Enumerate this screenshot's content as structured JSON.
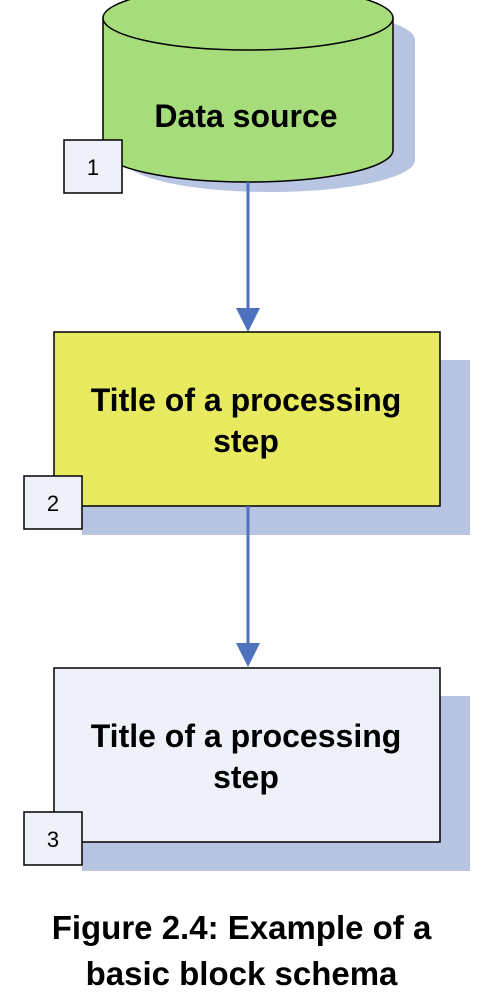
{
  "colors": {
    "shadow": "#b7c4e2",
    "cylinder_fill": "#a6dd7a",
    "yellow_box": "#e8ea60",
    "light_box": "#eef1fa",
    "arrow": "#4e72be",
    "outline": "#000000"
  },
  "nodes": [
    {
      "id": "1",
      "shape": "cylinder",
      "number": "1",
      "title_lines": [
        "Data source"
      ]
    },
    {
      "id": "2",
      "shape": "rectangle",
      "number": "2",
      "title_lines": [
        "Title of a processing",
        "step"
      ]
    },
    {
      "id": "3",
      "shape": "rectangle",
      "number": "3",
      "title_lines": [
        "Title of a processing",
        "step"
      ]
    }
  ],
  "edges": [
    {
      "from": "1",
      "to": "2"
    },
    {
      "from": "2",
      "to": "3"
    }
  ],
  "caption": {
    "line1": "Figure 2.4: Example of a",
    "line2": "basic block schema"
  }
}
